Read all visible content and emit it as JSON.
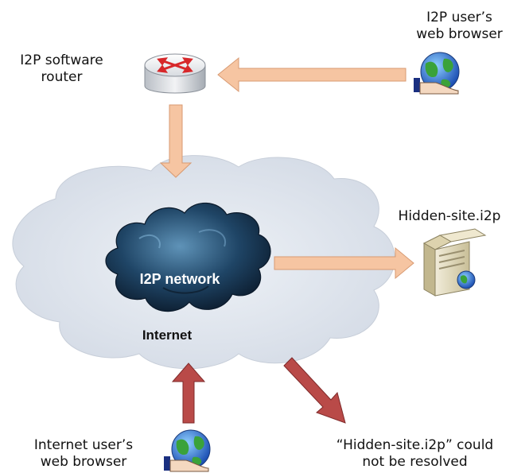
{
  "labels": {
    "router": [
      "I2P software",
      "router"
    ],
    "i2p_user": [
      "I2P user’s",
      "web browser"
    ],
    "hidden_site": "Hidden-site.i2p",
    "internet_user": [
      "Internet user’s",
      "web browser"
    ],
    "unresolved": [
      "“Hidden-site.i2p” could",
      "not be resolved"
    ],
    "i2p_network": "I2P network",
    "internet": "Internet"
  },
  "icons": {
    "router": "router-icon",
    "i2p_user_browser": "globe-hand-icon",
    "hidden_server": "server-icon",
    "internet_user_browser": "globe-hand-icon"
  },
  "colors": {
    "light_arrow": "#f6c5a2",
    "light_arrow_stroke": "#d89a72",
    "dark_arrow": "#b94a48",
    "dark_arrow_stroke": "#7f2a2a",
    "internet_cloud": "#dde3ec",
    "i2p_cloud": "#1f4566",
    "network_text": "#ffffff",
    "internet_text": "#111111"
  }
}
